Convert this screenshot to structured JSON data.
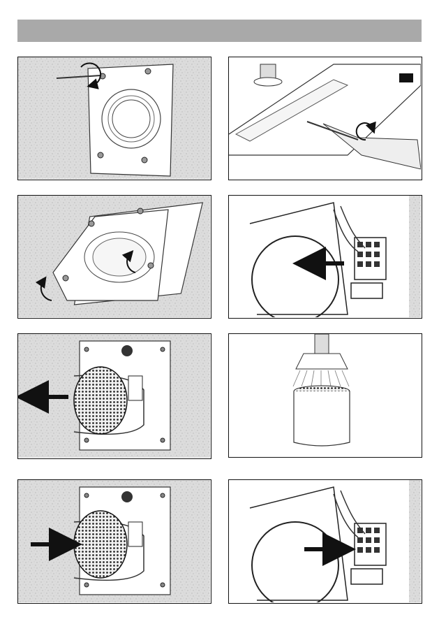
{
  "header": {
    "text": ""
  },
  "panels": [
    {
      "id": 1,
      "description_icon": "unscrew-cover-screws"
    },
    {
      "id": 2,
      "description_icon": "screwdriver-latch",
      "badge": ""
    },
    {
      "id": 3,
      "description_icon": "remove-front-cover"
    },
    {
      "id": 4,
      "description_icon": "disconnect-wires-terminal"
    },
    {
      "id": 5,
      "description_icon": "pull-out-motor"
    },
    {
      "id": 6,
      "description_icon": "clean-with-water"
    },
    {
      "id": 7,
      "description_icon": "push-in-motor"
    },
    {
      "id": 8,
      "description_icon": "reconnect-wires-terminal"
    }
  ],
  "colors": {
    "header": "#a9a9a9",
    "wall": "#d8d8d8",
    "arrow": "#111111"
  }
}
